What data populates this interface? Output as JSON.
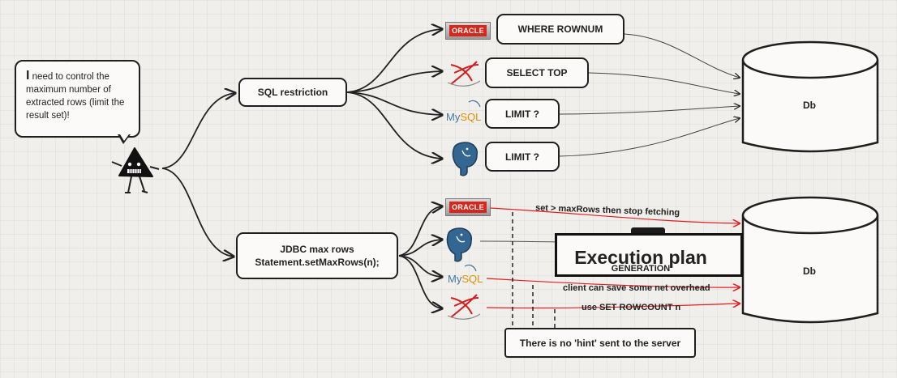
{
  "bubble": {
    "first_letter": "I",
    "text": " need to control the maximum number of extracted rows (limit the result set)!"
  },
  "sql_restriction": {
    "label": "SQL restriction"
  },
  "jdbc": {
    "line1": "JDBC max rows",
    "line2": "Statement.setMaxRows(n);"
  },
  "sql_branches": [
    {
      "logo": "oracle-logo",
      "label": "WHERE ROWNUM"
    },
    {
      "logo": "sql-server-logo",
      "label": "SELECT TOP"
    },
    {
      "logo": "mysql-logo",
      "label": "LIMIT ?"
    },
    {
      "logo": "postgresql-logo",
      "label": "LIMIT ?"
    }
  ],
  "jdbc_notes": {
    "oracle": "set > maxRows then stop fetching",
    "mysql": "client can save some net overhead",
    "sqlserver": "use SET ROWCOUNT n"
  },
  "execution_plan": {
    "title": "Execution plan",
    "subtitle": "GENERATION"
  },
  "no_hint": {
    "label": "There is no 'hint' sent to the server"
  },
  "db_top": {
    "label": "Db"
  },
  "db_bottom": {
    "label": "Db"
  },
  "logos": {
    "oracle_text": "ORACLE",
    "mysql_my": "My",
    "mysql_sql": "SQL"
  },
  "colors": {
    "ink": "#1f1f1f",
    "red_arrow": "#e02020",
    "oracle_red": "#d9261c"
  }
}
